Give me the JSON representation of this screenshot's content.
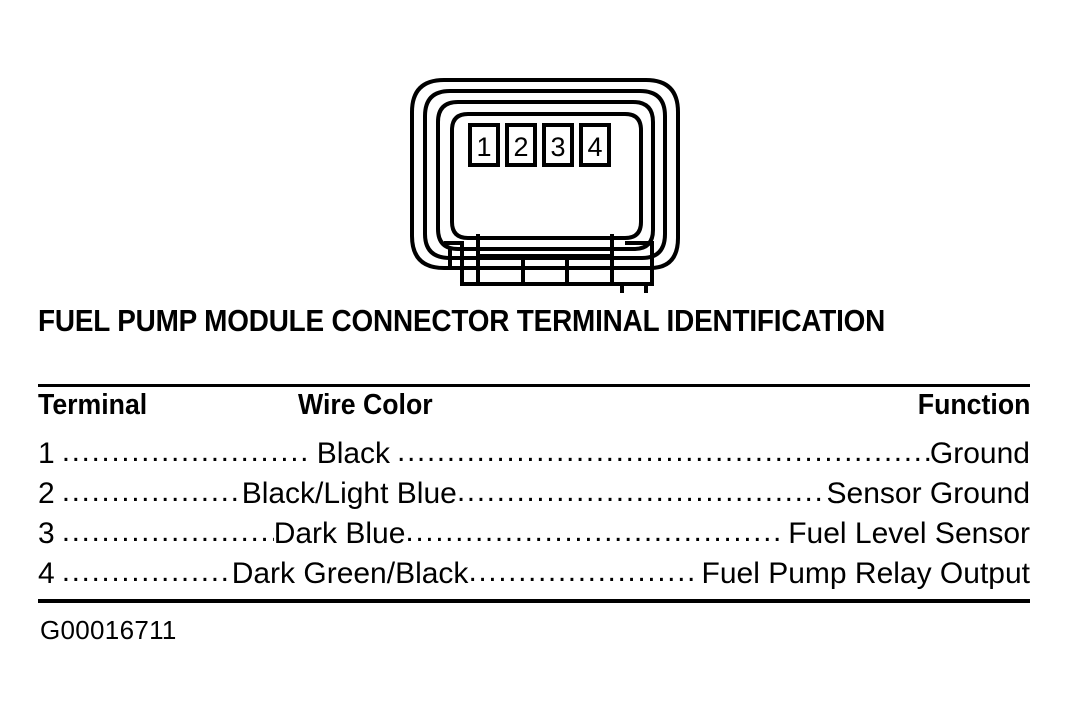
{
  "figure": {
    "title": "FUEL PUMP MODULE CONNECTOR TERMINAL IDENTIFICATION",
    "id_code": "G00016711",
    "connector": {
      "pin_labels": [
        "1",
        "2",
        "3",
        "4"
      ]
    }
  },
  "table": {
    "headers": {
      "terminal": "Terminal",
      "wire_color": "Wire Color",
      "function": "Function"
    },
    "rows": [
      {
        "terminal": "1",
        "wire_color": "Black",
        "function": "Ground"
      },
      {
        "terminal": "2",
        "wire_color": "Black/Light Blue",
        "function": "Sensor Ground"
      },
      {
        "terminal": "3",
        "wire_color": "Dark Blue",
        "function": "Fuel Level Sensor"
      },
      {
        "terminal": "4",
        "wire_color": "Dark Green/Black",
        "function": "Fuel Pump Relay Output"
      }
    ]
  },
  "colors": {
    "ink": "#000000",
    "page": "#ffffff"
  }
}
